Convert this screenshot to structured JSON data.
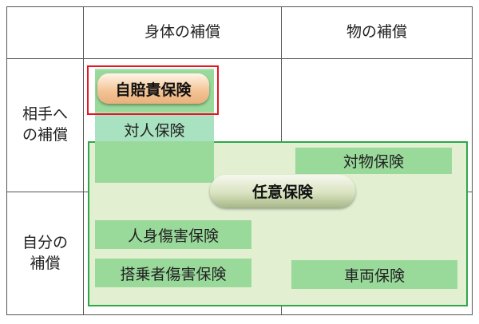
{
  "headers": {
    "columns": [
      "身体の補償",
      "物の補償"
    ],
    "rows": [
      "相手へ\nの補償",
      "自分の\n補償"
    ]
  },
  "boxes": {
    "jibaiseki": "自賠責保険",
    "taijin": "対人保険",
    "taibutsu": "対物保険",
    "nini": "任意保険",
    "jinshin": "人身傷害保険",
    "tojosha": "搭乗者傷害保険",
    "sharyo": "車両保険"
  },
  "colors": {
    "grid": "#555555",
    "jibaiseki_outline": "#e8141e",
    "nini_outline": "#2ea84a",
    "nini_fill": "#e2efd0",
    "box_green": "#99d99a",
    "taijin_fill": "#a9e2c0"
  }
}
